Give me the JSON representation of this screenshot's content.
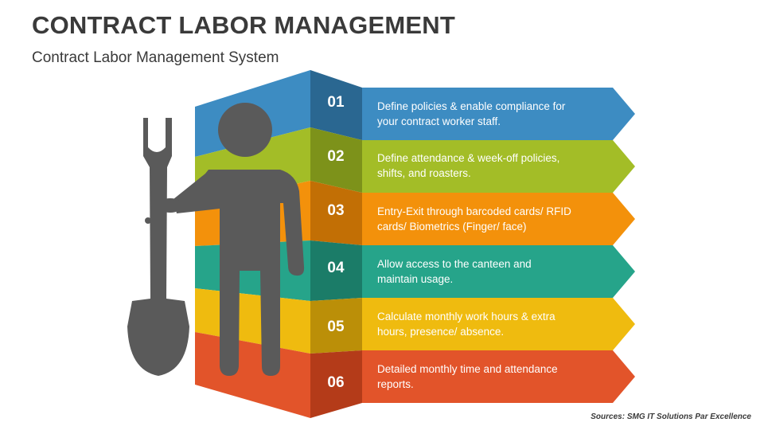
{
  "header": {
    "title": "CONTRACT LABOR MANAGEMENT",
    "subtitle": "Contract Labor Management System"
  },
  "steps": [
    {
      "number": "01",
      "line1": "Define policies & enable compliance for",
      "line2": "your contract worker staff.",
      "color": "#3d8cc2",
      "dark": "#2a6791"
    },
    {
      "number": "02",
      "line1": "Define attendance & week-off policies,",
      "line2": "shifts, and roasters.",
      "color": "#a3bd27",
      "dark": "#7d921a"
    },
    {
      "number": "03",
      "line1": "Entry-Exit through barcoded cards/ RFID",
      "line2": "cards/ Biometrics (Finger/ face)",
      "color": "#f3910b",
      "dark": "#c26f05"
    },
    {
      "number": "04",
      "line1": "Allow access to the canteen and",
      "line2": "maintain usage.",
      "color": "#26a48a",
      "dark": "#1b7c68"
    },
    {
      "number": "05",
      "line1": "Calculate monthly work hours & extra",
      "line2": "hours, presence/ absence.",
      "color": "#efbb0f",
      "dark": "#bb8f08"
    },
    {
      "number": "06",
      "line1": "Detailed monthly time and attendance",
      "line2": "reports.",
      "color": "#e2542a",
      "dark": "#b43b19"
    }
  ],
  "footer": {
    "source": "Sources: SMG IT Solutions Par Excellence"
  },
  "icons": {
    "figure": "worker-with-shovel-icon"
  }
}
